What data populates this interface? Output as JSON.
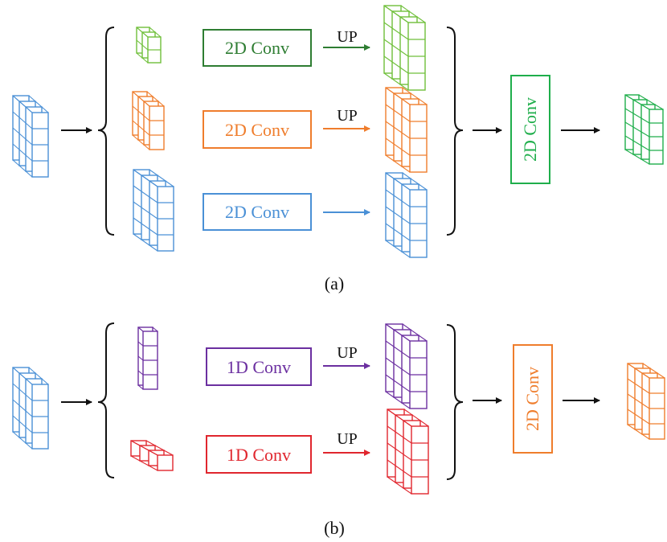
{
  "colors": {
    "green_dark": "#2e7d32",
    "green_light": "#6fbf3a",
    "green_bright": "#1fae4b",
    "orange": "#ef7d2c",
    "blue": "#4a90d6",
    "purple": "#6b2fa0",
    "red": "#e0262e",
    "black": "#111111"
  },
  "panel_a": {
    "caption": "(a)",
    "branches": [
      {
        "conv_label": "2D Conv",
        "up_label": "UP",
        "color_name": "green"
      },
      {
        "conv_label": "2D Conv",
        "up_label": "UP",
        "color_name": "orange"
      },
      {
        "conv_label": "2D Conv",
        "up_label": "",
        "color_name": "blue"
      }
    ],
    "fusion_label": "2D Conv",
    "fusion_color_name": "green"
  },
  "panel_b": {
    "caption": "(b)",
    "branches": [
      {
        "conv_label": "1D Conv",
        "up_label": "UP",
        "color_name": "purple"
      },
      {
        "conv_label": "1D Conv",
        "up_label": "UP",
        "color_name": "red"
      }
    ],
    "fusion_label": "2D Conv",
    "fusion_color_name": "orange"
  },
  "icons": [
    "feature-map-cube-icon",
    "arrow-icon",
    "brace-icon"
  ]
}
